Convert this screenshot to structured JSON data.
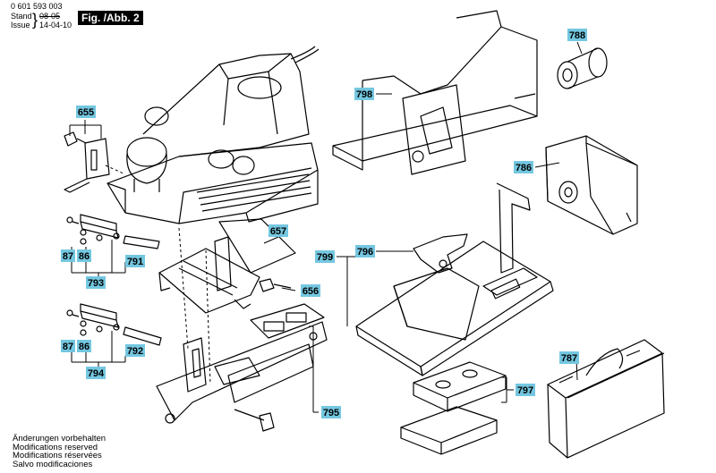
{
  "header": {
    "part_number": "0 601 593 003",
    "stand_label": "Stand",
    "stand_old": "08-05",
    "issue_label": "Issue",
    "issue_date": "14-04-10",
    "figure_label": "Fig. /Abb. 2"
  },
  "footer": {
    "lines": [
      "Änderungen vorbehalten",
      "Modifications reserved",
      "Modifications réservées",
      "Salvo modificaciones"
    ]
  },
  "callouts": {
    "c655": "655",
    "c657": "657",
    "c656": "656",
    "c798": "798",
    "c788": "788",
    "c786": "786",
    "c796": "796",
    "c799": "799",
    "c787": "787",
    "c797": "797",
    "c795": "795",
    "c793": "793",
    "c794": "794",
    "c791": "791",
    "c792": "792",
    "c87a": "87",
    "c86a": "86",
    "c87b": "87",
    "c86b": "86"
  },
  "colors": {
    "callout_bg": "#74c7e0",
    "ink": "#000000"
  }
}
